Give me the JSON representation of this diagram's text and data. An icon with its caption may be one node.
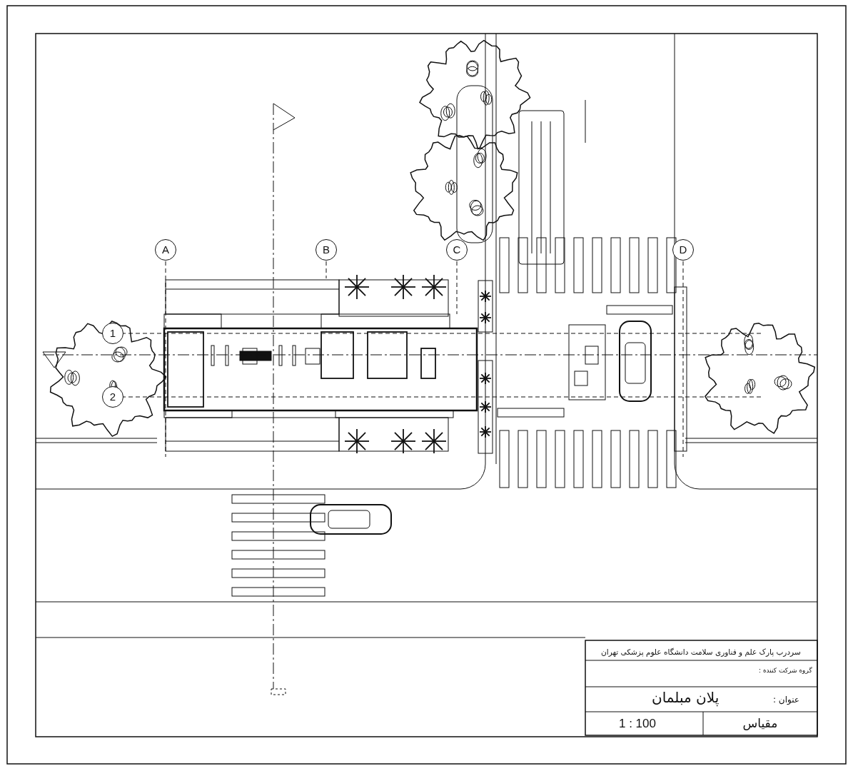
{
  "diagram": {
    "labels": [
      "A",
      "B",
      "C",
      "D",
      "1",
      "2",
      "سردرب پارک علم و فناوری سلامت دانشگاه علوم پزشکی تهران",
      "گروه شرکت کننده :",
      "پلان مبلمان",
      "عنوان :",
      "1 : 100",
      "مقیاس"
    ]
  }
}
